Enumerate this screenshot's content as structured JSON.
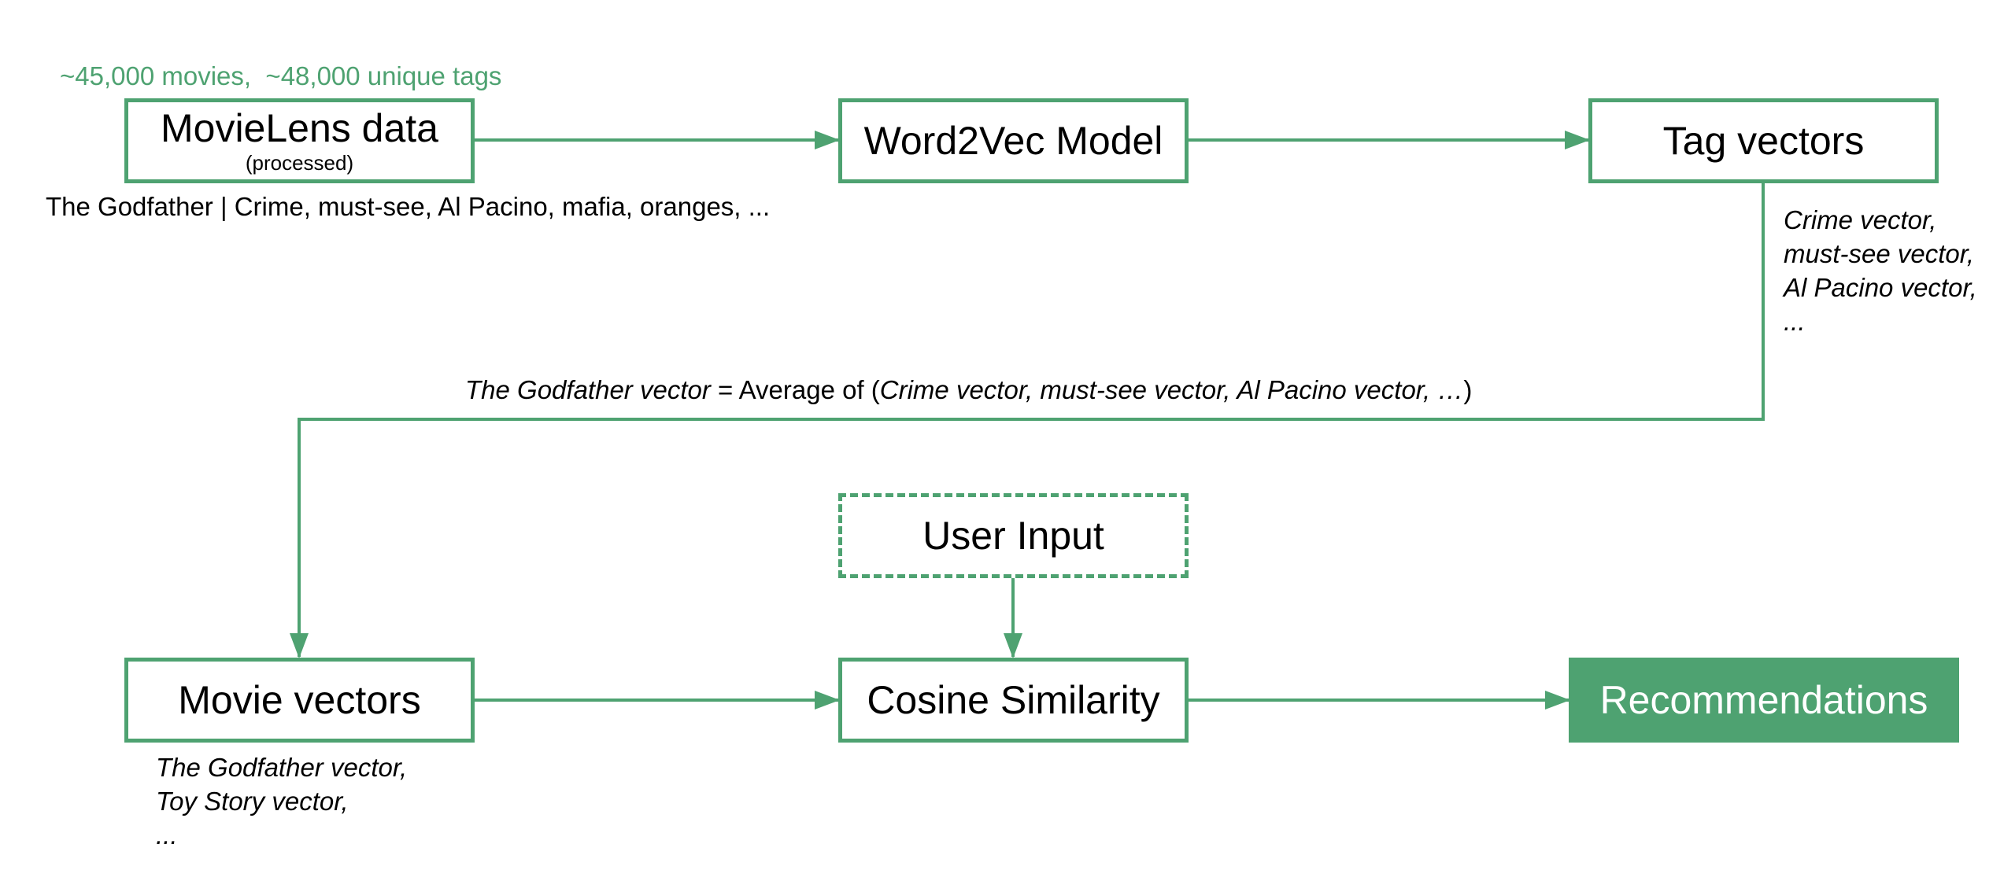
{
  "colors": {
    "accent": "#4ea271",
    "text": "#000000",
    "background": "#ffffff"
  },
  "stats": {
    "movies": "~45,000 movies,",
    "tags": "~48,000 unique tags"
  },
  "nodes": {
    "movielens": {
      "title": "MovieLens data",
      "subtitle": "(processed)"
    },
    "word2vec": {
      "title": "Word2Vec Model"
    },
    "tag_vectors": {
      "title": "Tag vectors"
    },
    "user_input": {
      "title": "User Input"
    },
    "movie_vectors": {
      "title": "Movie vectors"
    },
    "cosine": {
      "title": "Cosine Similarity"
    },
    "recommendations": {
      "title": "Recommendations"
    }
  },
  "annotations": {
    "example_tags": "The Godfather | Crime, must-see, Al Pacino, mafia, oranges, ...",
    "tag_vector_list": [
      "Crime vector,",
      "must-see vector,",
      "Al Pacino vector,",
      "..."
    ],
    "formula": {
      "lhs": "The Godfather vector",
      "op": " = Average of (",
      "args": "Crime vector, must-see vector, Al Pacino vector, …",
      "close": ")"
    },
    "movie_vector_list": [
      "The Godfather vector,",
      "Toy Story vector,",
      "..."
    ]
  }
}
